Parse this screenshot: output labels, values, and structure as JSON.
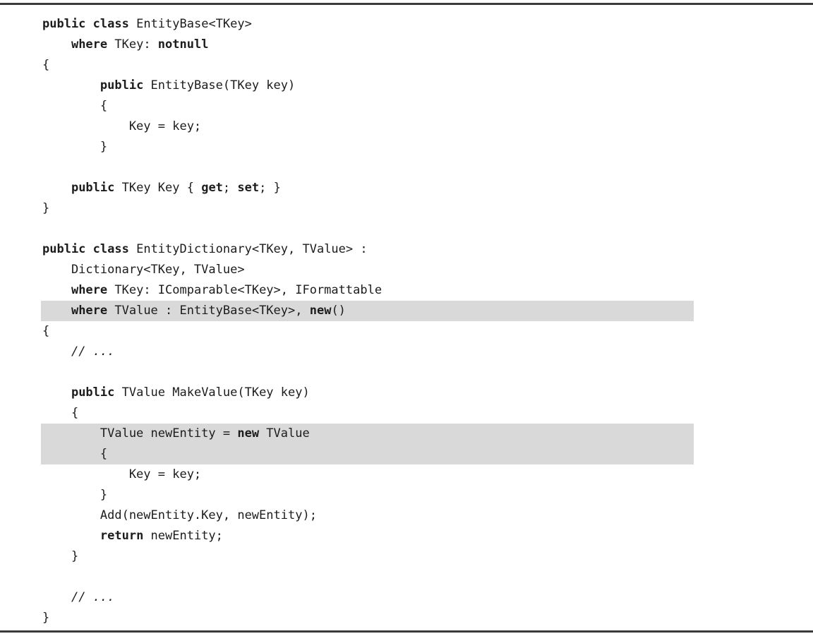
{
  "page": {
    "background": "#ffffff",
    "rule_color": "#3a3a3a",
    "text_color": "#1c1c1c",
    "highlight_color": "#d9d9d9"
  },
  "code": {
    "language": "csharp",
    "lines": [
      {
        "highlight": false,
        "segments": [
          {
            "text": "public",
            "bold": true
          },
          {
            "text": " "
          },
          {
            "text": "class",
            "bold": true
          },
          {
            "text": " EntityBase<TKey>"
          }
        ]
      },
      {
        "highlight": false,
        "segments": [
          {
            "text": "    "
          },
          {
            "text": "where",
            "bold": true
          },
          {
            "text": " TKey: "
          },
          {
            "text": "notnull",
            "bold": true
          }
        ]
      },
      {
        "highlight": false,
        "segments": [
          {
            "text": "{"
          }
        ]
      },
      {
        "highlight": false,
        "segments": [
          {
            "text": "        "
          },
          {
            "text": "public",
            "bold": true
          },
          {
            "text": " EntityBase(TKey key)"
          }
        ]
      },
      {
        "highlight": false,
        "segments": [
          {
            "text": "        {"
          }
        ]
      },
      {
        "highlight": false,
        "segments": [
          {
            "text": "            Key = key;"
          }
        ]
      },
      {
        "highlight": false,
        "segments": [
          {
            "text": "        }"
          }
        ]
      },
      {
        "highlight": false,
        "segments": []
      },
      {
        "highlight": false,
        "segments": [
          {
            "text": "    "
          },
          {
            "text": "public",
            "bold": true
          },
          {
            "text": " TKey Key { "
          },
          {
            "text": "get",
            "bold": true
          },
          {
            "text": "; "
          },
          {
            "text": "set",
            "bold": true
          },
          {
            "text": "; }"
          }
        ]
      },
      {
        "highlight": false,
        "segments": [
          {
            "text": "}"
          }
        ]
      },
      {
        "highlight": false,
        "segments": []
      },
      {
        "highlight": false,
        "segments": [
          {
            "text": "public",
            "bold": true
          },
          {
            "text": " "
          },
          {
            "text": "class",
            "bold": true
          },
          {
            "text": " EntityDictionary<TKey, TValue> :"
          }
        ]
      },
      {
        "highlight": false,
        "segments": [
          {
            "text": "    Dictionary<TKey, TValue>"
          }
        ]
      },
      {
        "highlight": false,
        "segments": [
          {
            "text": "    "
          },
          {
            "text": "where",
            "bold": true
          },
          {
            "text": " TKey: IComparable<TKey>, IFormattable"
          }
        ]
      },
      {
        "highlight": true,
        "segments": [
          {
            "text": "    "
          },
          {
            "text": "where",
            "bold": true
          },
          {
            "text": " TValue : EntityBase<TKey>, "
          },
          {
            "text": "new",
            "bold": true
          },
          {
            "text": "()"
          }
        ]
      },
      {
        "highlight": false,
        "segments": [
          {
            "text": "{"
          }
        ]
      },
      {
        "highlight": false,
        "segments": [
          {
            "text": "    "
          },
          {
            "text": "// ...",
            "italic": true
          }
        ]
      },
      {
        "highlight": false,
        "segments": []
      },
      {
        "highlight": false,
        "segments": [
          {
            "text": "    "
          },
          {
            "text": "public",
            "bold": true
          },
          {
            "text": " TValue MakeValue(TKey key)"
          }
        ]
      },
      {
        "highlight": false,
        "segments": [
          {
            "text": "    {"
          }
        ]
      },
      {
        "highlight": true,
        "segments": [
          {
            "text": "        TValue newEntity = "
          },
          {
            "text": "new",
            "bold": true
          },
          {
            "text": " TValue"
          }
        ]
      },
      {
        "highlight": true,
        "segments": [
          {
            "text": "        {"
          }
        ]
      },
      {
        "highlight": false,
        "segments": [
          {
            "text": "            Key = key;"
          }
        ]
      },
      {
        "highlight": false,
        "segments": [
          {
            "text": "        }"
          }
        ]
      },
      {
        "highlight": false,
        "segments": [
          {
            "text": "        Add(newEntity.Key, newEntity);"
          }
        ]
      },
      {
        "highlight": false,
        "segments": [
          {
            "text": "        "
          },
          {
            "text": "return",
            "bold": true
          },
          {
            "text": " newEntity;"
          }
        ]
      },
      {
        "highlight": false,
        "segments": [
          {
            "text": "    }"
          }
        ]
      },
      {
        "highlight": false,
        "segments": []
      },
      {
        "highlight": false,
        "segments": [
          {
            "text": "    "
          },
          {
            "text": "// ...",
            "italic": true
          }
        ]
      },
      {
        "highlight": false,
        "segments": [
          {
            "text": "}"
          }
        ]
      }
    ]
  }
}
